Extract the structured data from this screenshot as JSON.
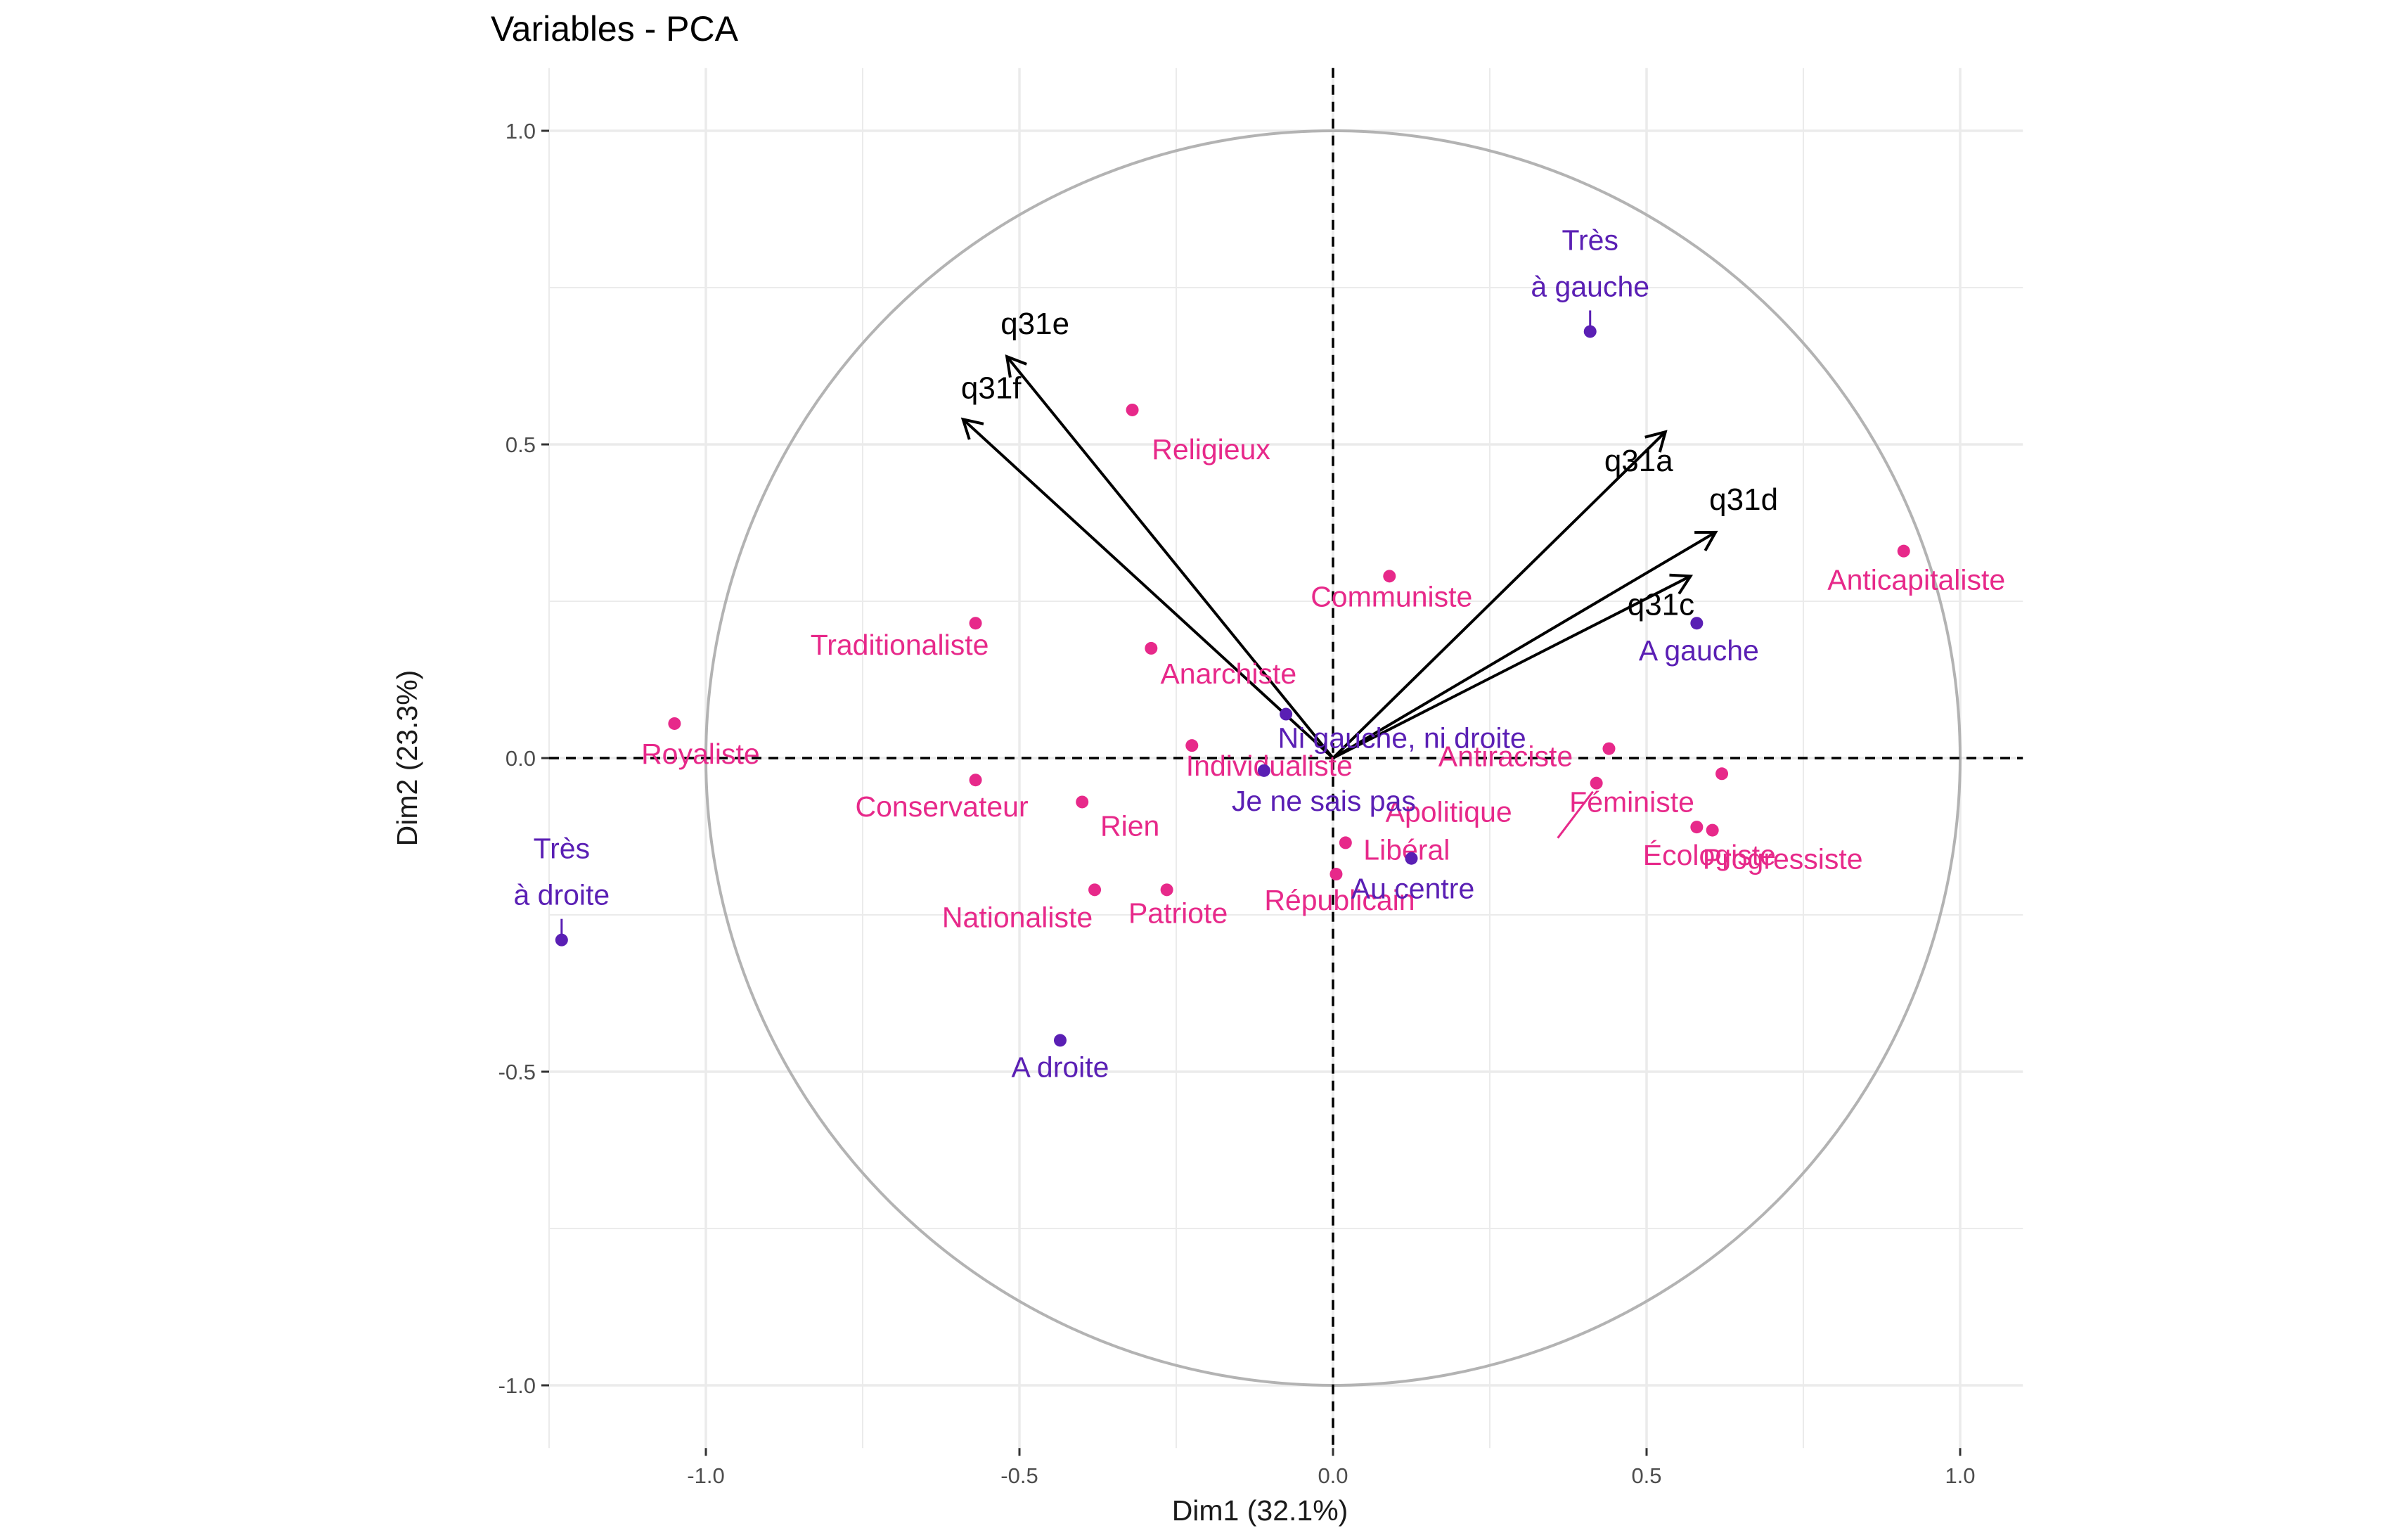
{
  "chart_data": {
    "type": "scatter",
    "title": "Variables - PCA",
    "xlabel": "Dim1 (32.1%)",
    "ylabel": "Dim2 (23.3%)",
    "xlim": [
      -1.25,
      1.1
    ],
    "ylim": [
      -1.1,
      1.1
    ],
    "xticks": [
      -1.0,
      -0.5,
      0.0,
      0.5,
      1.0
    ],
    "yticks": [
      -1.0,
      -0.5,
      0.0,
      0.5,
      1.0
    ],
    "xtick_labels": [
      "-1.0",
      "-0.5",
      "0.0",
      "0.5",
      "1.0"
    ],
    "ytick_labels": [
      "-1.0",
      "-0.5",
      "0.0",
      "0.5",
      "1.0"
    ],
    "grid": true,
    "correlation_circle": true,
    "colors": {
      "pink": "#e7298a",
      "purple": "#5a1fb4",
      "arrow": "#000000",
      "circle": "#b3b3b3",
      "grid": "#ebebeb"
    },
    "arrows": [
      {
        "label": "q31e",
        "x": -0.52,
        "y": 0.64
      },
      {
        "label": "q31f",
        "x": -0.59,
        "y": 0.54
      },
      {
        "label": "q31a",
        "x": 0.53,
        "y": 0.52
      },
      {
        "label": "q31d",
        "x": 0.61,
        "y": 0.36
      },
      {
        "label": "q31c",
        "x": 0.57,
        "y": 0.29
      }
    ],
    "points": [
      {
        "label": "Religieux",
        "x": -0.32,
        "y": 0.555,
        "group": "pink"
      },
      {
        "label": "Communiste",
        "x": 0.09,
        "y": 0.29,
        "group": "pink"
      },
      {
        "label": "Anticapitaliste",
        "x": 0.91,
        "y": 0.33,
        "group": "pink"
      },
      {
        "label": "Traditionaliste",
        "x": -0.57,
        "y": 0.215,
        "group": "pink"
      },
      {
        "label": "Anarchiste",
        "x": -0.29,
        "y": 0.175,
        "group": "pink"
      },
      {
        "label": "Royaliste",
        "x": -1.05,
        "y": 0.055,
        "group": "pink"
      },
      {
        "label": "Individualiste",
        "x": -0.225,
        "y": 0.02,
        "group": "pink"
      },
      {
        "label": "Antiraciste",
        "x": 0.44,
        "y": 0.015,
        "group": "pink"
      },
      {
        "label": "Conservateur",
        "x": -0.57,
        "y": -0.035,
        "group": "pink"
      },
      {
        "label": "Rien",
        "x": -0.4,
        "y": -0.07,
        "group": "pink"
      },
      {
        "label": "Féministe",
        "x": 0.62,
        "y": -0.025,
        "group": "pink"
      },
      {
        "label": "Écologiste",
        "x": 0.58,
        "y": -0.11,
        "group": "pink"
      },
      {
        "label": "Apolitique",
        "x": 0.42,
        "y": -0.04,
        "group": "pink"
      },
      {
        "label": "Progressiste",
        "x": 0.605,
        "y": -0.115,
        "group": "pink"
      },
      {
        "label": "Libéral",
        "x": 0.02,
        "y": -0.135,
        "group": "pink"
      },
      {
        "label": "Républicain",
        "x": 0.005,
        "y": -0.185,
        "group": "pink"
      },
      {
        "label": "Nationaliste",
        "x": -0.38,
        "y": -0.21,
        "group": "pink"
      },
      {
        "label": "Patriote",
        "x": -0.265,
        "y": -0.21,
        "group": "pink"
      },
      {
        "label": "Très\nà gauche",
        "x": 0.41,
        "y": 0.68,
        "group": "purple"
      },
      {
        "label": "A gauche",
        "x": 0.58,
        "y": 0.215,
        "group": "purple"
      },
      {
        "label": "Ni gauche, ni droite",
        "x": -0.075,
        "y": 0.07,
        "group": "purple"
      },
      {
        "label": "Je ne sais pas",
        "x": -0.11,
        "y": -0.02,
        "group": "purple"
      },
      {
        "label": "Au centre",
        "x": 0.125,
        "y": -0.16,
        "group": "purple"
      },
      {
        "label": "Très\nà droite",
        "x": -1.23,
        "y": -0.29,
        "group": "purple"
      },
      {
        "label": "A droite",
        "x": -0.435,
        "y": -0.45,
        "group": "purple"
      }
    ]
  }
}
